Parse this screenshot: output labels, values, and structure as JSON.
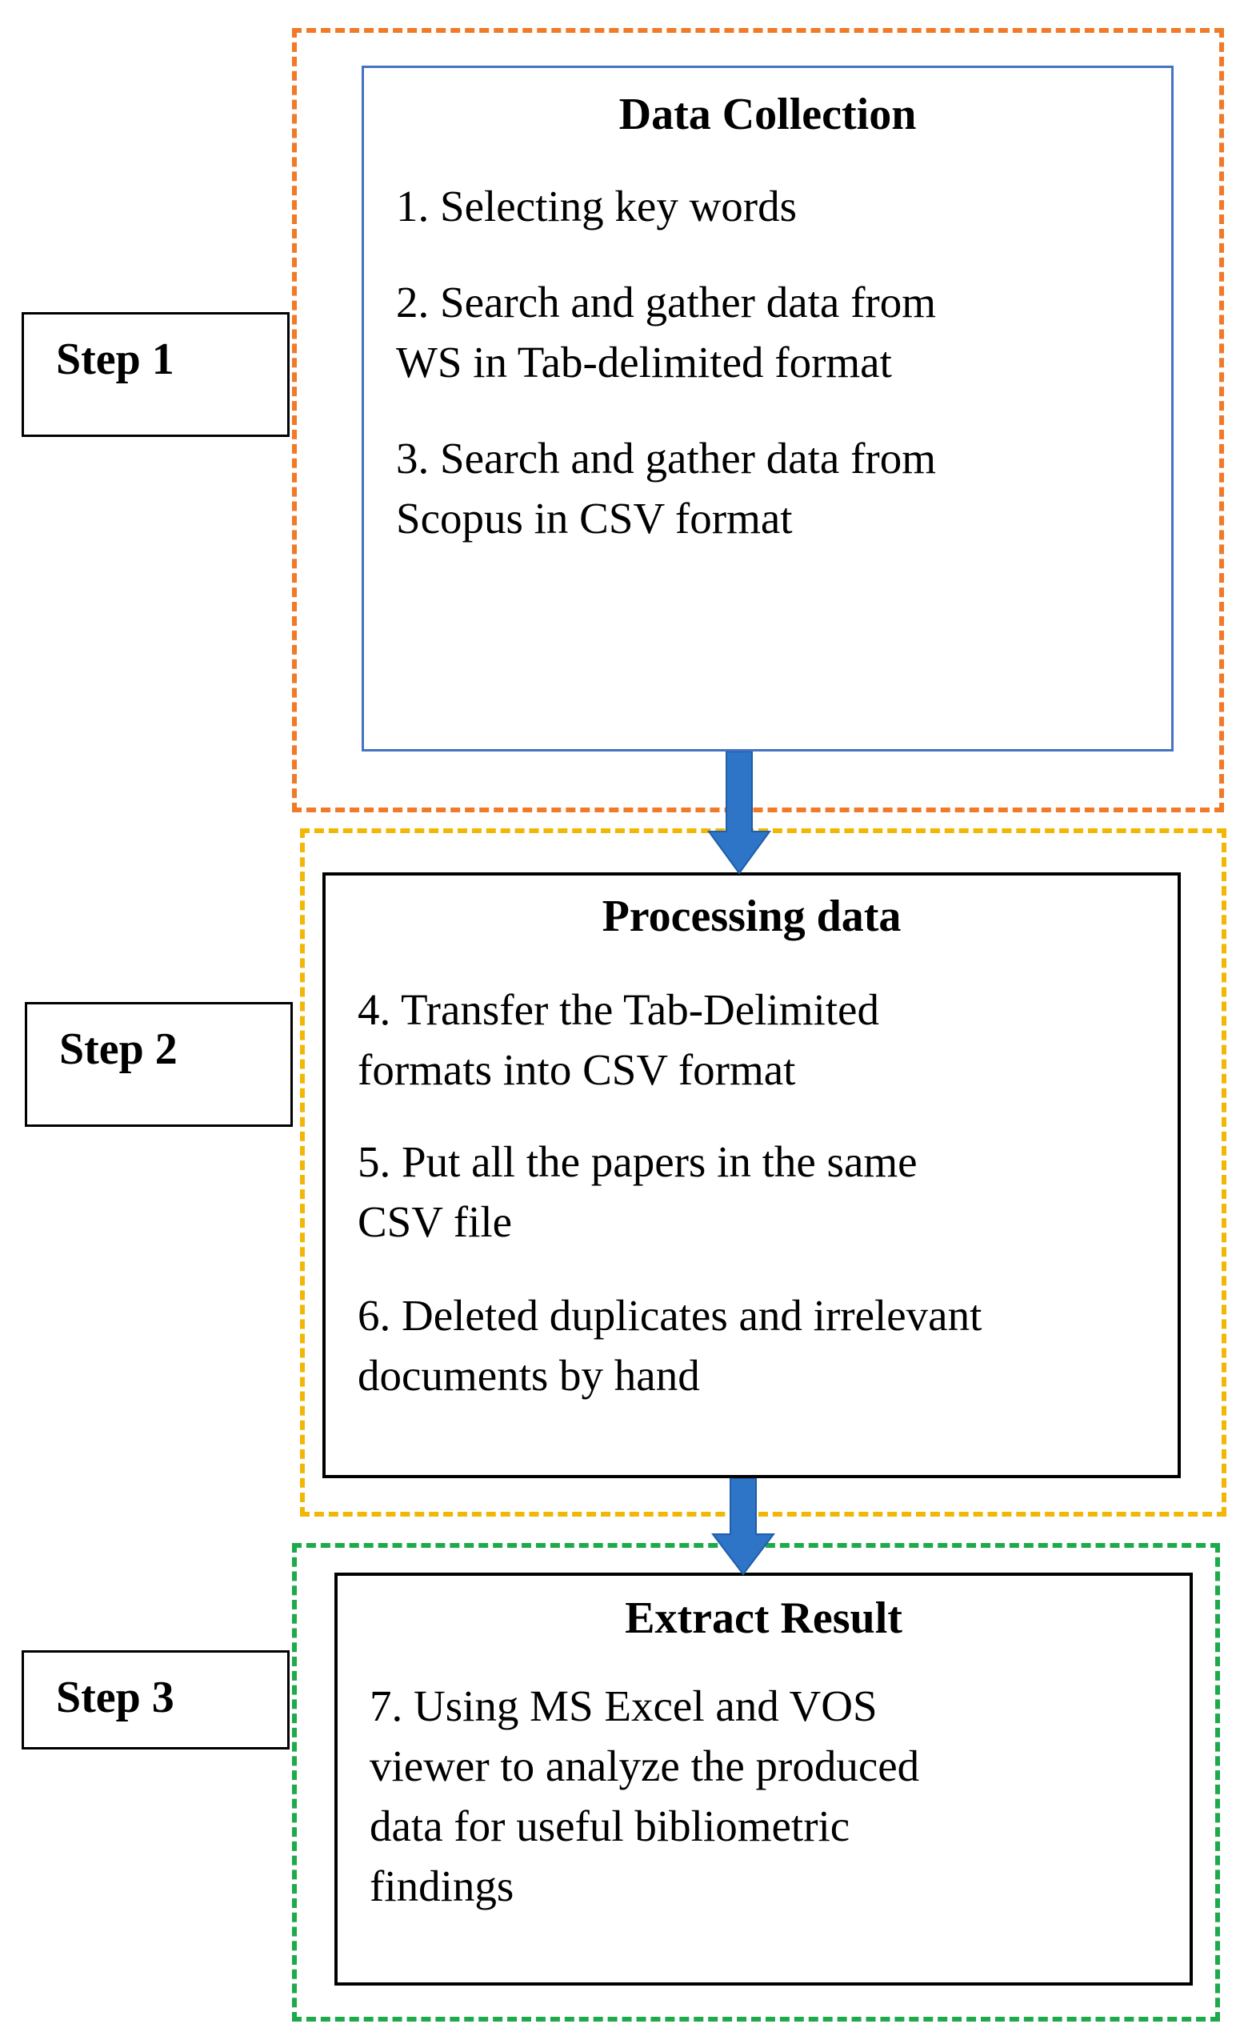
{
  "steps": {
    "step1": "Step 1",
    "step2": "Step 2",
    "step3": "Step 3"
  },
  "collection": {
    "title": "Data Collection",
    "item1": "1. Selecting key words",
    "item2": "2.  Search and gather data from\nWS in Tab-delimited format",
    "item3": "3. Search and gather data from\nScopus in CSV format"
  },
  "processing": {
    "title": "Processing data",
    "item4": "4. Transfer the Tab-Delimited\nformats into CSV format",
    "item5": "5. Put all the papers in the same\nCSV file",
    "item6": "6. Deleted duplicates and irrelevant\ndocuments by hand"
  },
  "result": {
    "title": "Extract Result",
    "item7": "7. Using MS Excel and VOS\nviewer to analyze the produced\ndata for useful bibliometric\nfindings"
  },
  "colors": {
    "step1_frame": "#f07a28",
    "step2_frame": "#f2b705",
    "step3_frame": "#1eaa4a",
    "collection_border": "#4472c4",
    "arrow": "#2e75c8"
  }
}
